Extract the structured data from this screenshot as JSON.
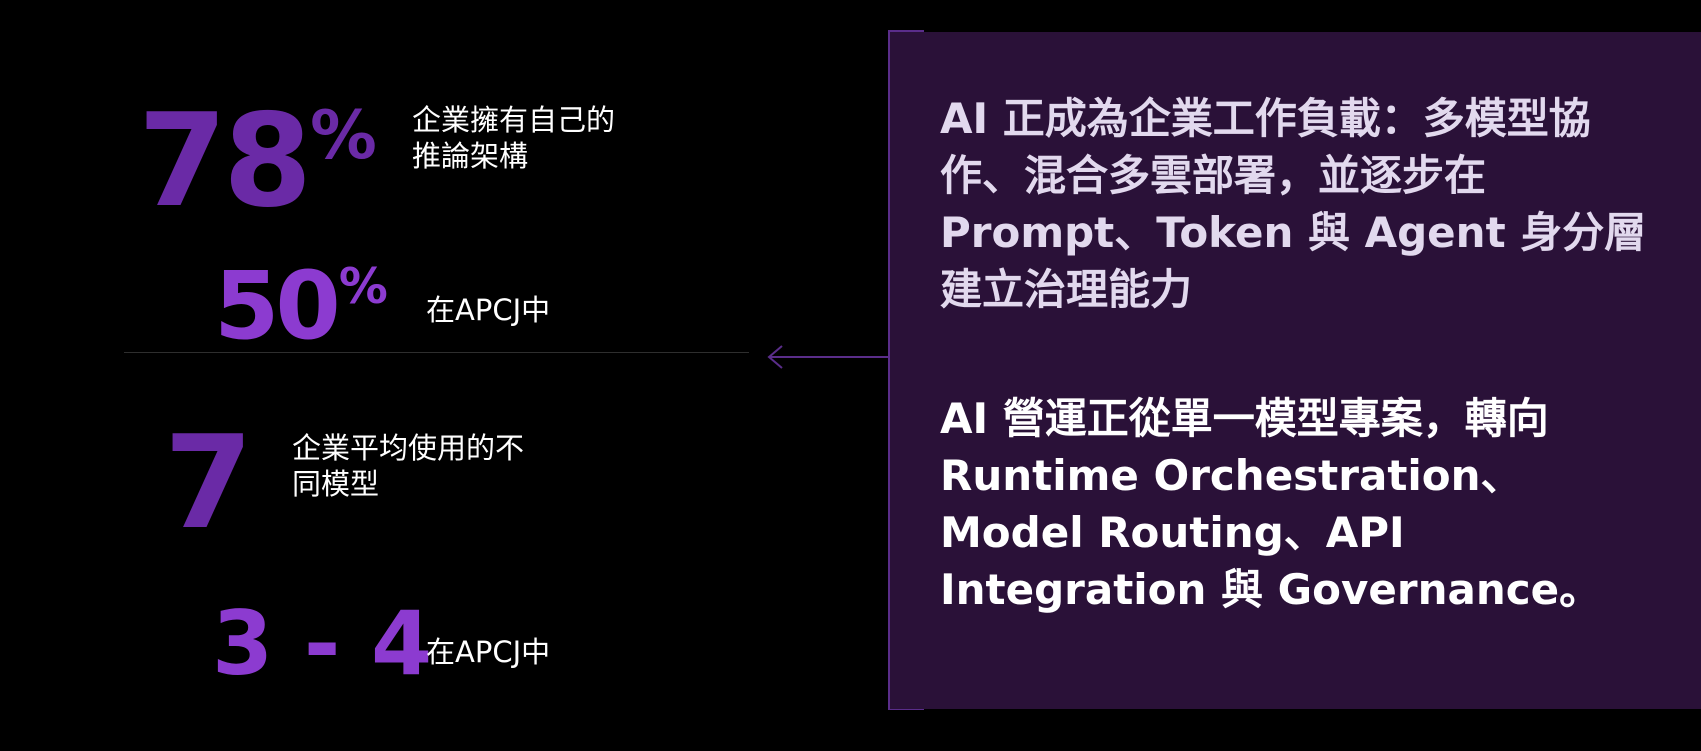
{
  "stats": [
    {
      "value": "78",
      "suffix": "%",
      "label": "企業擁有自己的\n推論架構"
    },
    {
      "value": "50",
      "suffix": "%",
      "label": "在APCJ中"
    },
    {
      "value": "7",
      "suffix": "",
      "label": "企業平均使用的不\n同模型"
    },
    {
      "value": "3 - 4",
      "suffix": "",
      "label": "在APCJ中"
    }
  ],
  "panel": {
    "paragraph_1": "AI 正成為企業工作負載：多模型協作、混合多雲部署，並逐步在 Prompt、Token 與 Agent 身分層建立治理能力",
    "paragraph_2": "AI 營運正從單一模型專案，轉向 Runtime Orchestration、Model Routing、API Integration 與 Governance。"
  },
  "colors": {
    "background": "#000000",
    "stat_dark_purple": "#6a2aa6",
    "stat_bright_purple": "#8c3bd0",
    "panel_background": "#2a1138",
    "accent_line": "#5a2d8a"
  },
  "icons": [
    "left-arrow-icon"
  ]
}
